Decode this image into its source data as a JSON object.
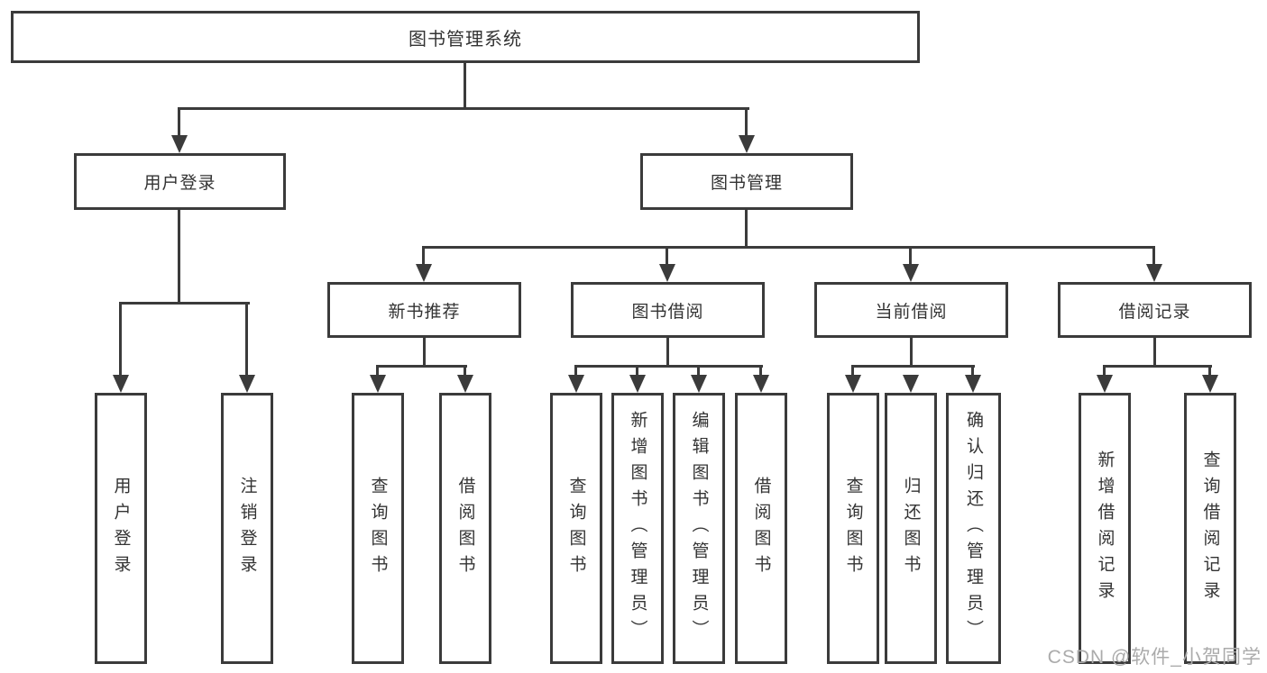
{
  "colors": {
    "line": "#3b3b3b",
    "text": "#333333",
    "watermark": "#ababab",
    "background": "#ffffff"
  },
  "watermark": "CSDN @软件_小贺同学",
  "tree": {
    "label": "图书管理系统",
    "children": [
      {
        "label": "用户登录",
        "children": [
          {
            "label": "用户登录"
          },
          {
            "label": "注销登录"
          }
        ]
      },
      {
        "label": "图书管理",
        "children": [
          {
            "label": "新书推荐",
            "children": [
              {
                "label": "查询图书"
              },
              {
                "label": "借阅图书"
              }
            ]
          },
          {
            "label": "图书借阅",
            "children": [
              {
                "label": "查询图书"
              },
              {
                "label": "新增图书（管理员）"
              },
              {
                "label": "编辑图书（管理员）"
              },
              {
                "label": "借阅图书"
              }
            ]
          },
          {
            "label": "当前借阅",
            "children": [
              {
                "label": "查询图书"
              },
              {
                "label": "归还图书"
              },
              {
                "label": "确认归还（管理员）"
              }
            ]
          },
          {
            "label": "借阅记录",
            "children": [
              {
                "label": "新增借阅记录"
              },
              {
                "label": "查询借阅记录"
              }
            ]
          }
        ]
      }
    ]
  }
}
